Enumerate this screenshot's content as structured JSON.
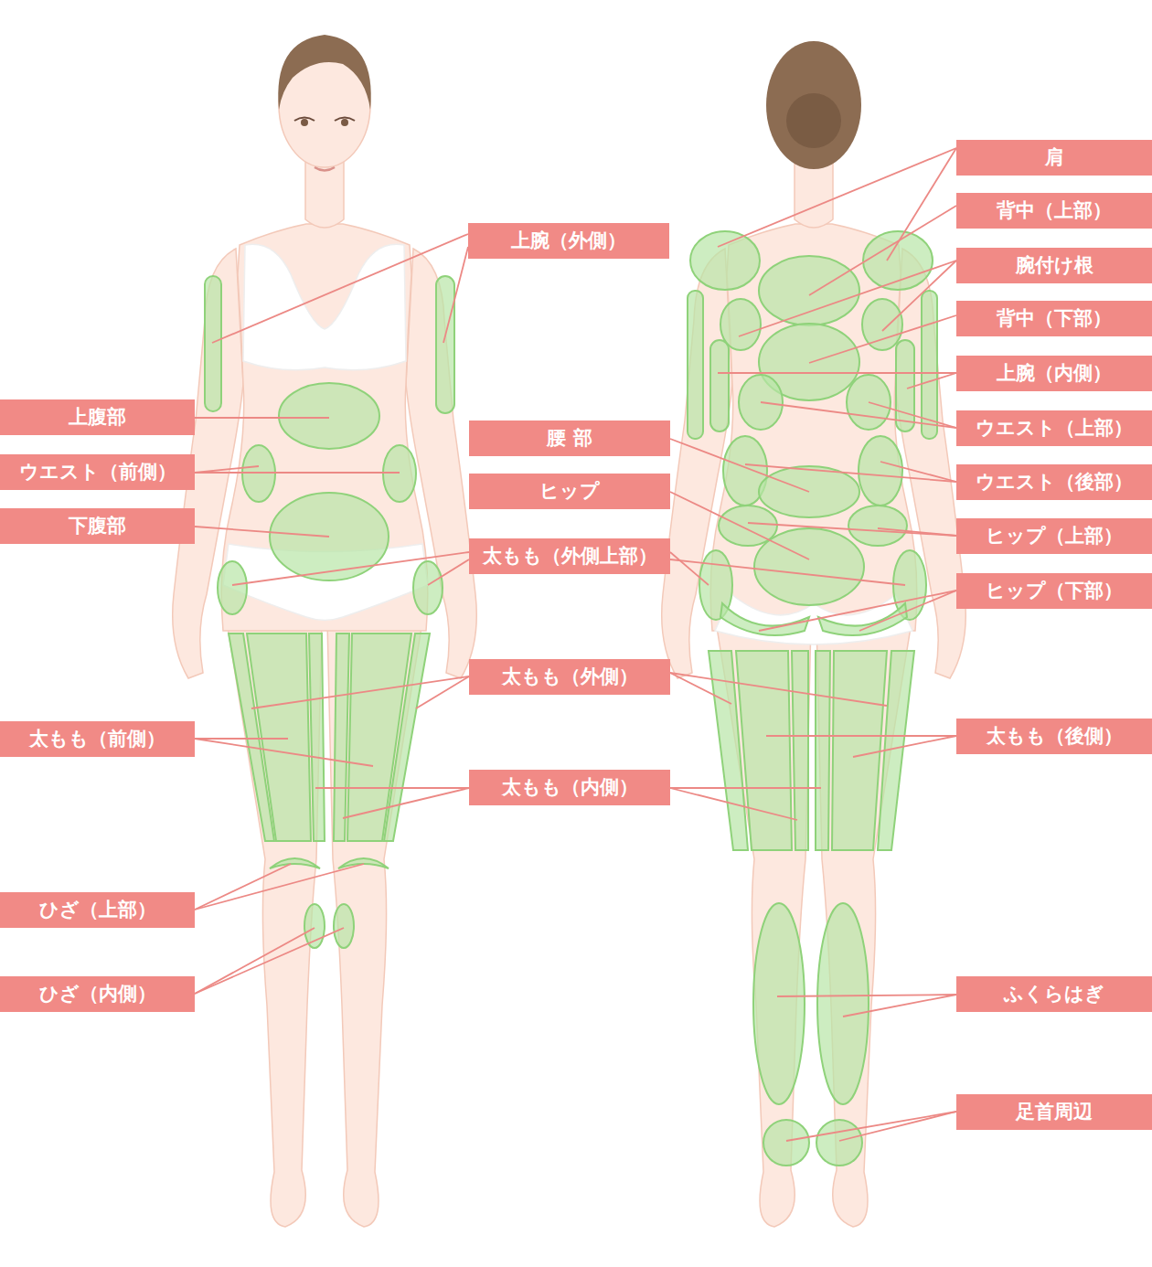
{
  "diagram": {
    "nodes": [
      {
        "text": [
          "肩"
        ]
      },
      {
        "text": [
          "背中（上部）"
        ]
      },
      {
        "text": [
          "上腕（外側）"
        ]
      },
      {
        "text": [
          "腕付け根"
        ]
      },
      {
        "text": [
          "背中（下部）"
        ]
      },
      {
        "text": [
          "上腕（内側）"
        ]
      },
      {
        "text": [
          "上腹部"
        ]
      },
      {
        "text": [
          "ウエスト（上部）"
        ]
      },
      {
        "text": [
          "腰 部"
        ]
      },
      {
        "text": [
          "ウエスト（前側）"
        ]
      },
      {
        "text": [
          "ウエスト（後部）"
        ]
      },
      {
        "text": [
          "ヒップ"
        ]
      },
      {
        "text": [
          "下腹部"
        ]
      },
      {
        "text": [
          "ヒップ（上部）"
        ]
      },
      {
        "text": [
          "太もも（外側上部）"
        ]
      },
      {
        "text": [
          "ヒップ（下部）"
        ]
      },
      {
        "text": [
          "太もも（外側）"
        ]
      },
      {
        "text": [
          "太もも（前側）"
        ]
      },
      {
        "text": [
          "太もも（後側）"
        ]
      },
      {
        "text": [
          "太もも（内側）"
        ]
      },
      {
        "text": [
          "ひざ（上部）"
        ]
      },
      {
        "text": [
          "ひざ（内側）"
        ]
      },
      {
        "text": [
          "ふくらはぎ"
        ]
      },
      {
        "text": [
          "足首周辺"
        ]
      }
    ]
  }
}
